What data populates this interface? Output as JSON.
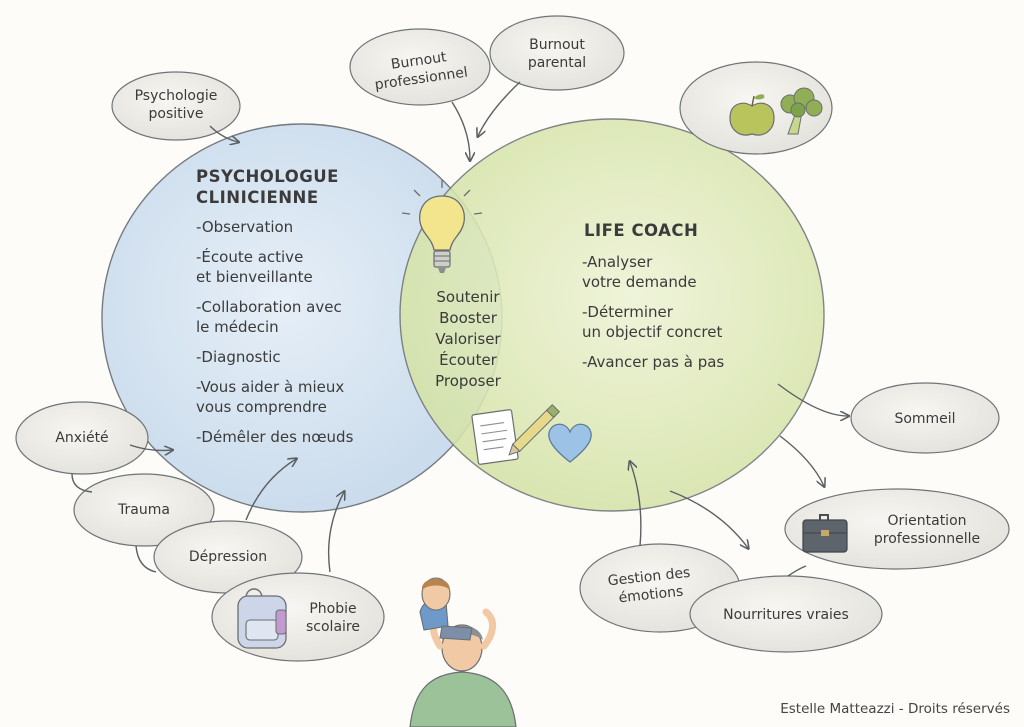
{
  "left_circle": {
    "title_line1": "PSYCHOLOGUE",
    "title_line2": "CLINICIENNE",
    "items": [
      "-Observation",
      "-Écoute active\n et bienveillante",
      "-Collaboration avec\n le médecin",
      "-Diagnostic",
      "-Vous aider à mieux\n vous comprendre",
      "-Démêler des nœuds"
    ]
  },
  "right_circle": {
    "title": "LIFE COACH",
    "items": [
      "-Analyser\n votre demande",
      "-Déterminer\n un objectif concret",
      "-Avancer pas à pas"
    ]
  },
  "intersection": [
    "Soutenir",
    "Booster",
    "Valoriser",
    "Écouter",
    "Proposer"
  ],
  "bubbles": {
    "psychologie_positive": "Psychologie\npositive",
    "burnout_professionnel": "Burnout\nprofessionnel",
    "burnout_parental": "Burnout\nparental",
    "anxiete": "Anxiété",
    "trauma": "Trauma",
    "depression": "Dépression",
    "phobie_scolaire": "Phobie\nscolaire",
    "sommeil": "Sommeil",
    "orientation_professionnelle": "Orientation\nprofessionnelle",
    "gestion_emotions": "Gestion des\némotions",
    "nourritures_vraies": "Nourritures vraies"
  },
  "icons": [
    "lightbulb-icon",
    "notepad-pencil-icon",
    "heart-icon",
    "apple-icon",
    "broccoli-icon",
    "briefcase-icon",
    "backpack-icon",
    "family-illustration"
  ],
  "colors": {
    "left_circle": "#cfe0ef",
    "right_circle": "#dde8b4",
    "bubble": "#ecebe6",
    "outline": "#6f7478"
  },
  "credit": "Estelle Matteazzi - Droits réservés"
}
